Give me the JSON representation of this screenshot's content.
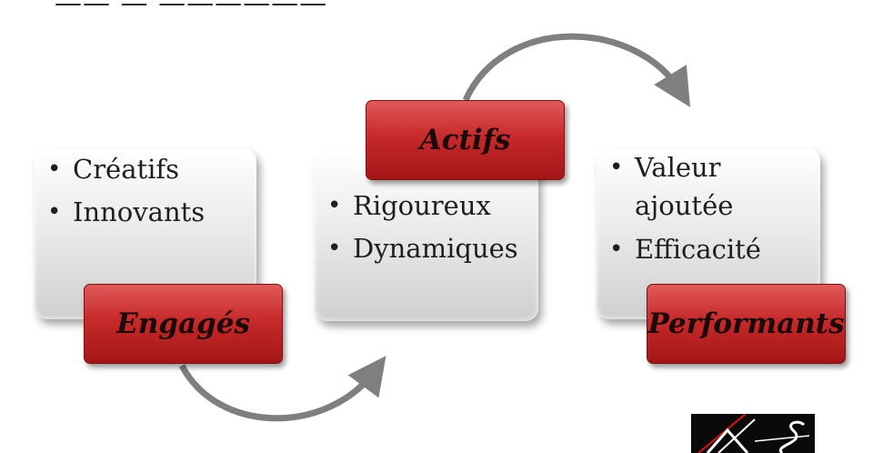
{
  "title_partial": "—— — ——————",
  "cards": [
    {
      "tag": "Engagés",
      "items": [
        "Créatifs",
        "Innovants"
      ]
    },
    {
      "tag": "Actifs",
      "items": [
        "Rigoureux",
        "Dynamiques"
      ]
    },
    {
      "tag": "Performants",
      "items": [
        "Valeur ajoutée",
        "Efficacité"
      ]
    }
  ],
  "colors": {
    "tag_red": "#c72a2a",
    "arrow_gray": "#7f7f7f"
  },
  "bullet_char": "•"
}
